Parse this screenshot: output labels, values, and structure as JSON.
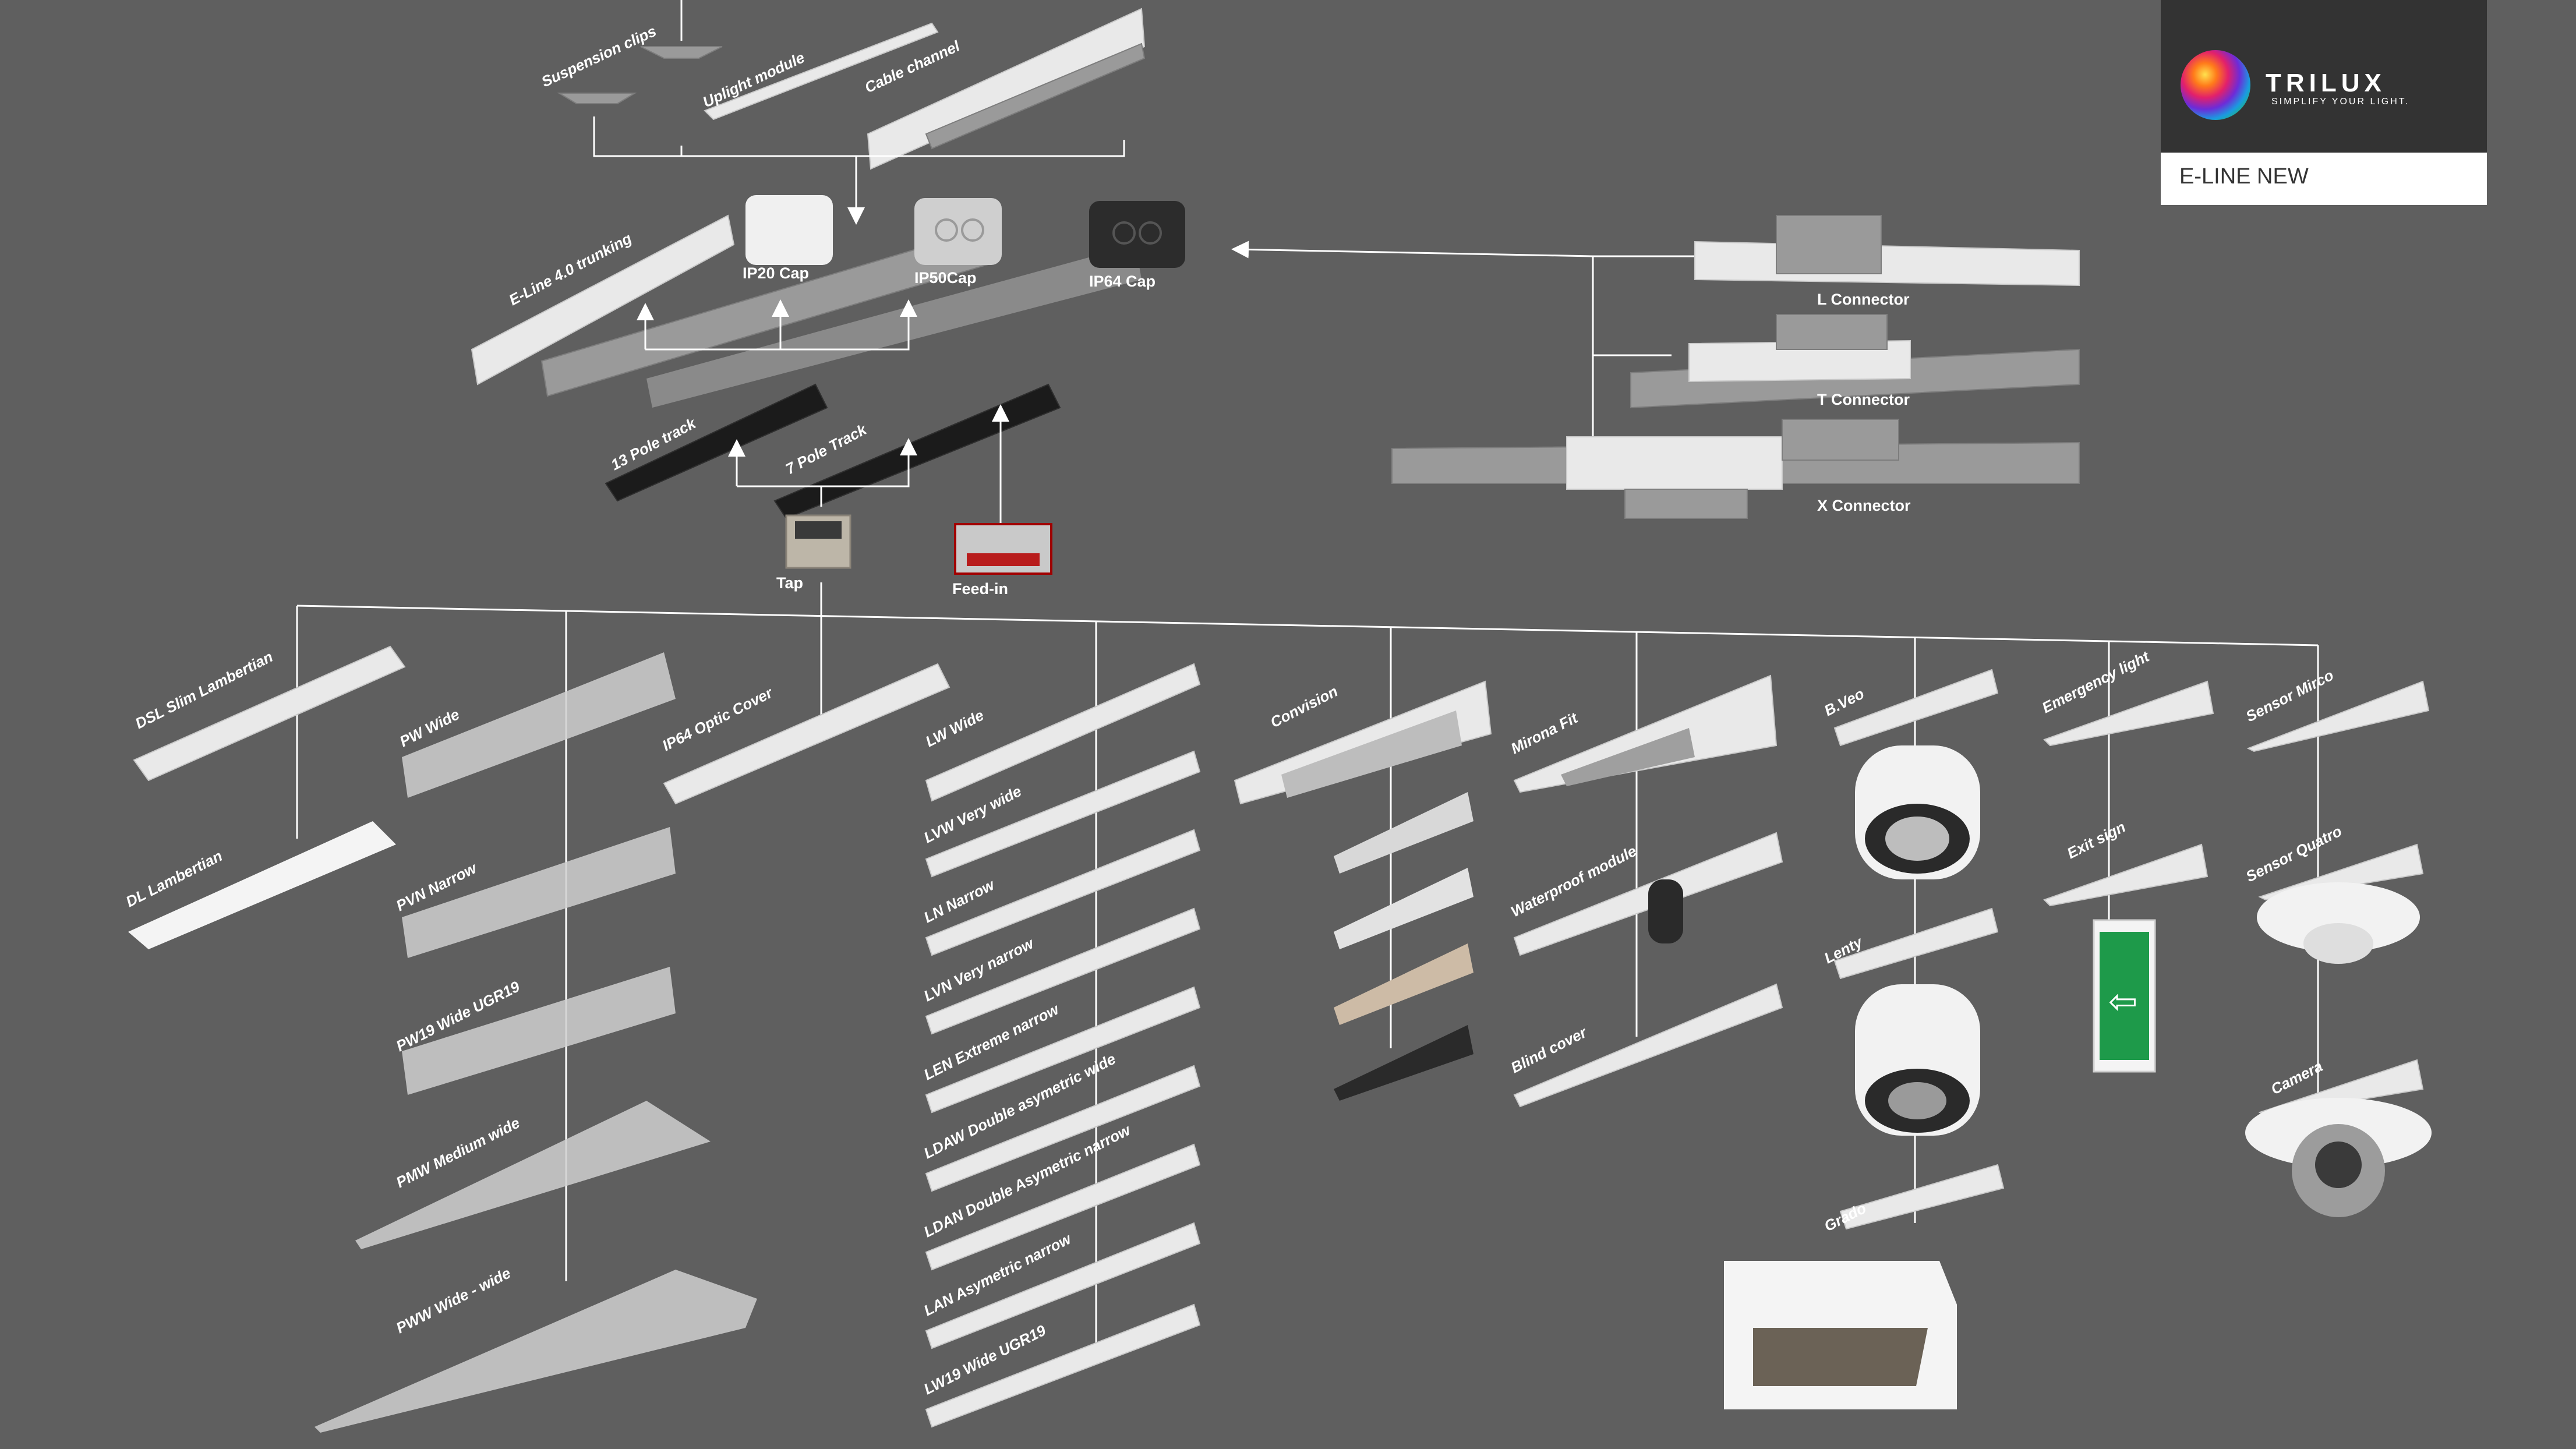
{
  "brand": {
    "name": "TRILUX",
    "tagline": "SIMPLIFY YOUR LIGHT.",
    "product": "E-LINE NEW"
  },
  "labels": {
    "suspension_clips": "Suspension clips",
    "uplight_module": "Uplight module",
    "cable_channel": "Cable channel",
    "trunking": "E-Line 4.0 trunking",
    "ip20_cap": "IP20 Cap",
    "ip50_cap": "IP50Cap",
    "ip64_cap": "IP64 Cap",
    "l_connector": "L Connector",
    "t_connector": "T Connector",
    "x_connector": "X Connector",
    "pole13": "13 Pole track",
    "pole7": "7 Pole Track",
    "tap": "Tap",
    "feed_in": "Feed-in",
    "dsl": "DSL Slim Lambertian",
    "dl": "DL Lambertian",
    "pw": "PW Wide",
    "pvn": "PVN Narrow",
    "pw19": "PW19 Wide UGR19",
    "pmw": "PMW Medium wide",
    "pww": "PWW Wide - wide",
    "ip64_optic": "IP64 Optic Cover",
    "lw": "LW Wide",
    "lvw": "LVW Very wide",
    "ln": "LN Narrow",
    "lvn": "LVN Very narrow",
    "len": "LEN Extreme narrow",
    "ldaw": "LDAW Double asymetric wide",
    "ldan": "LDAN Double Asymetric narrow",
    "lan": "LAN Asymetric narrow",
    "lw19": "LW19 Wide UGR19",
    "convision": "Convision",
    "mirona": "Mirona Fit",
    "waterproof": "Waterproof module",
    "blind_cover": "Blind cover",
    "bveo": "B.Veo",
    "lenty": "Lenty",
    "grado": "Grado",
    "emergency": "Emergency light",
    "exit_sign": "Exit sign",
    "sensor_mirco": "Sensor Mirco",
    "sensor_quatro": "Sensor Quatro",
    "camera": "Camera"
  }
}
